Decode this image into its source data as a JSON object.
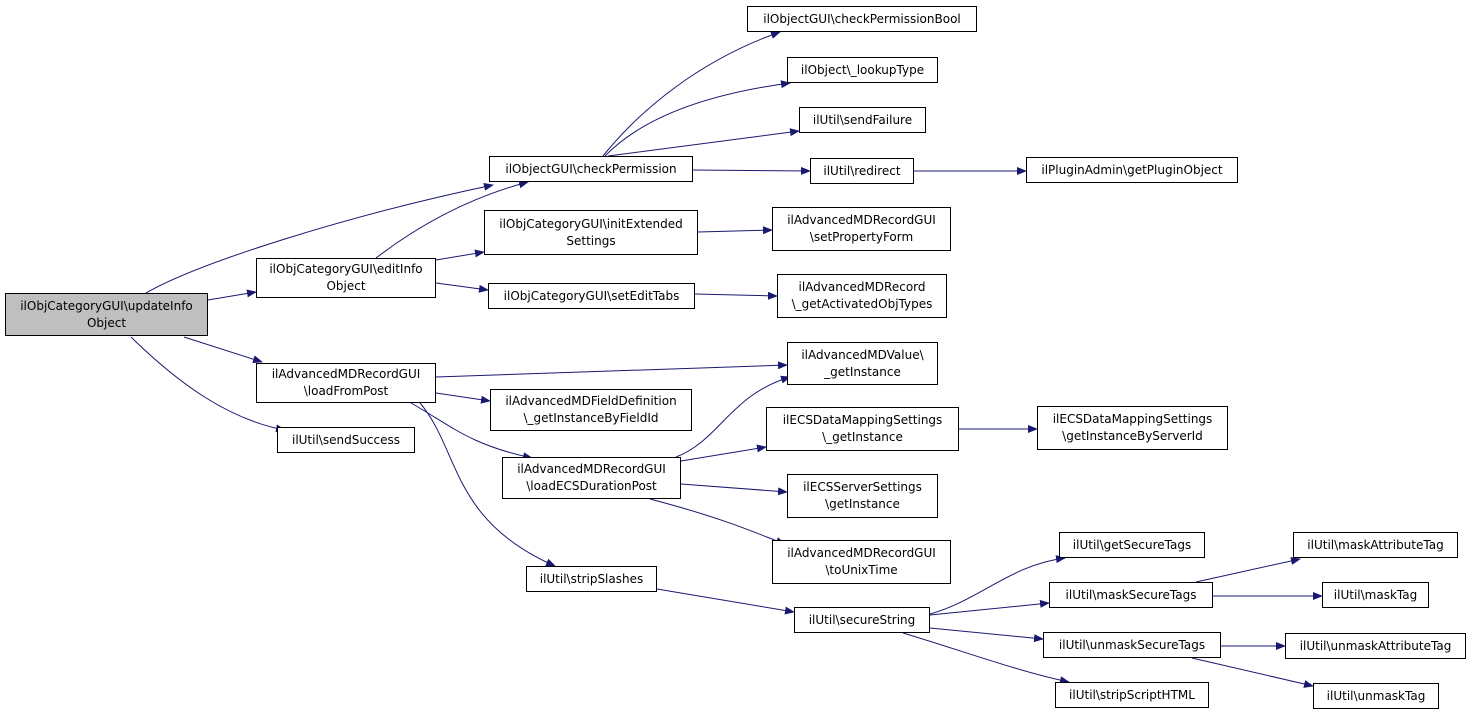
{
  "colors": {
    "edge": "#191970",
    "root_fill": "#bfbfbf",
    "node_fill": "#ffffff",
    "border": "#000000"
  },
  "nodes": [
    {
      "id": "updateInfoObject",
      "lines": [
        "ilObjCategoryGUI\\updateInfo",
        "Object"
      ],
      "root": true
    },
    {
      "id": "editInfoObject",
      "lines": [
        "ilObjCategoryGUI\\editInfo",
        "Object"
      ]
    },
    {
      "id": "loadFromPost",
      "lines": [
        "ilAdvancedMDRecordGUI",
        "\\loadFromPost"
      ]
    },
    {
      "id": "sendSuccess",
      "lines": [
        "ilUtil\\sendSuccess"
      ]
    },
    {
      "id": "checkPermission",
      "lines": [
        "ilObjectGUI\\checkPermission"
      ]
    },
    {
      "id": "initExtendedSettings",
      "lines": [
        "ilObjCategoryGUI\\initExtended",
        "Settings"
      ]
    },
    {
      "id": "setEditTabs",
      "lines": [
        "ilObjCategoryGUI\\setEditTabs"
      ]
    },
    {
      "id": "getInstanceByFieldId",
      "lines": [
        "ilAdvancedMDFieldDefinition",
        "\\_getInstanceByFieldId"
      ]
    },
    {
      "id": "loadECSDurationPost",
      "lines": [
        "ilAdvancedMDRecordGUI",
        "\\loadECSDurationPost"
      ]
    },
    {
      "id": "stripSlashes",
      "lines": [
        "ilUtil\\stripSlashes"
      ]
    },
    {
      "id": "checkPermissionBool",
      "lines": [
        "ilObjectGUI\\checkPermissionBool"
      ]
    },
    {
      "id": "lookupType",
      "lines": [
        "ilObject\\_lookupType"
      ]
    },
    {
      "id": "sendFailure",
      "lines": [
        "ilUtil\\sendFailure"
      ]
    },
    {
      "id": "redirect",
      "lines": [
        "ilUtil\\redirect"
      ]
    },
    {
      "id": "setPropertyForm",
      "lines": [
        "ilAdvancedMDRecordGUI",
        "\\setPropertyForm"
      ]
    },
    {
      "id": "getActivatedObjTypes",
      "lines": [
        "ilAdvancedMDRecord",
        "\\_getActivatedObjTypes"
      ]
    },
    {
      "id": "mdValueGetInstance",
      "lines": [
        "ilAdvancedMDValue\\",
        "_getInstance"
      ]
    },
    {
      "id": "ecsMappingGetInstance",
      "lines": [
        "ilECSDataMappingSettings",
        "\\_getInstance"
      ]
    },
    {
      "id": "ecsServerGetInstance",
      "lines": [
        "ilECSServerSettings",
        "\\getInstance"
      ]
    },
    {
      "id": "toUnixTime",
      "lines": [
        "ilAdvancedMDRecordGUI",
        "\\toUnixTime"
      ]
    },
    {
      "id": "secureString",
      "lines": [
        "ilUtil\\secureString"
      ]
    },
    {
      "id": "getPluginObject",
      "lines": [
        "ilPluginAdmin\\getPluginObject"
      ]
    },
    {
      "id": "getInstanceByServerId",
      "lines": [
        "ilECSDataMappingSettings",
        "\\getInstanceByServerId"
      ]
    },
    {
      "id": "getSecureTags",
      "lines": [
        "ilUtil\\getSecureTags"
      ]
    },
    {
      "id": "maskSecureTags",
      "lines": [
        "ilUtil\\maskSecureTags"
      ]
    },
    {
      "id": "unmaskSecureTags",
      "lines": [
        "ilUtil\\unmaskSecureTags"
      ]
    },
    {
      "id": "stripScriptHTML",
      "lines": [
        "ilUtil\\stripScriptHTML"
      ]
    },
    {
      "id": "maskAttributeTag",
      "lines": [
        "ilUtil\\maskAttributeTag"
      ]
    },
    {
      "id": "maskTag",
      "lines": [
        "ilUtil\\maskTag"
      ]
    },
    {
      "id": "unmaskAttributeTag",
      "lines": [
        "ilUtil\\unmaskAttributeTag"
      ]
    },
    {
      "id": "unmaskTag",
      "lines": [
        "ilUtil\\unmaskTag"
      ]
    }
  ],
  "edges": [
    {
      "from": "updateInfoObject",
      "to": "checkPermission"
    },
    {
      "from": "updateInfoObject",
      "to": "editInfoObject"
    },
    {
      "from": "updateInfoObject",
      "to": "loadFromPost"
    },
    {
      "from": "updateInfoObject",
      "to": "sendSuccess"
    },
    {
      "from": "editInfoObject",
      "to": "checkPermission"
    },
    {
      "from": "editInfoObject",
      "to": "initExtendedSettings"
    },
    {
      "from": "editInfoObject",
      "to": "setEditTabs"
    },
    {
      "from": "checkPermission",
      "to": "checkPermissionBool"
    },
    {
      "from": "checkPermission",
      "to": "lookupType"
    },
    {
      "from": "checkPermission",
      "to": "sendFailure"
    },
    {
      "from": "checkPermission",
      "to": "redirect"
    },
    {
      "from": "redirect",
      "to": "getPluginObject"
    },
    {
      "from": "initExtendedSettings",
      "to": "setPropertyForm"
    },
    {
      "from": "setEditTabs",
      "to": "getActivatedObjTypes"
    },
    {
      "from": "loadFromPost",
      "to": "mdValueGetInstance"
    },
    {
      "from": "loadFromPost",
      "to": "getInstanceByFieldId"
    },
    {
      "from": "loadFromPost",
      "to": "loadECSDurationPost"
    },
    {
      "from": "loadFromPost",
      "to": "stripSlashes"
    },
    {
      "from": "loadECSDurationPost",
      "to": "mdValueGetInstance"
    },
    {
      "from": "loadECSDurationPost",
      "to": "ecsMappingGetInstance"
    },
    {
      "from": "loadECSDurationPost",
      "to": "ecsServerGetInstance"
    },
    {
      "from": "loadECSDurationPost",
      "to": "toUnixTime"
    },
    {
      "from": "ecsMappingGetInstance",
      "to": "getInstanceByServerId"
    },
    {
      "from": "stripSlashes",
      "to": "secureString"
    },
    {
      "from": "secureString",
      "to": "getSecureTags"
    },
    {
      "from": "secureString",
      "to": "maskSecureTags"
    },
    {
      "from": "secureString",
      "to": "unmaskSecureTags"
    },
    {
      "from": "secureString",
      "to": "stripScriptHTML"
    },
    {
      "from": "maskSecureTags",
      "to": "maskAttributeTag"
    },
    {
      "from": "maskSecureTags",
      "to": "maskTag"
    },
    {
      "from": "unmaskSecureTags",
      "to": "unmaskAttributeTag"
    },
    {
      "from": "unmaskSecureTags",
      "to": "unmaskTag"
    }
  ]
}
